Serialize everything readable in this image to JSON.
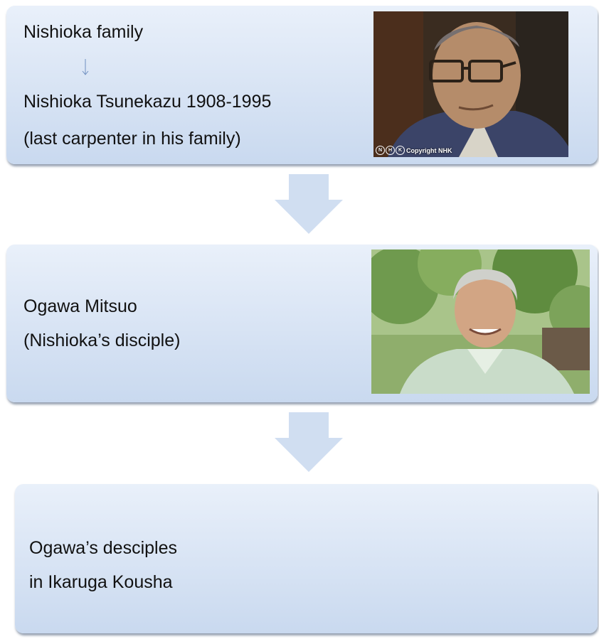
{
  "box1": {
    "line1": "Nishioka family",
    "line2": "Nishioka Tsunekazu  1908-1995",
    "line3": "(last carpenter in his family)",
    "photo_watermark_logo": "NHK",
    "photo_watermark_text": "Copyright NHK"
  },
  "box2": {
    "line1": "Ogawa Mitsuo",
    "line2": "(Nishioka’s disciple)"
  },
  "box3": {
    "line1": "Ogawa’s desciples",
    "line2": "in Ikaruga Kousha"
  },
  "colors": {
    "box_top": "#e9f0fa",
    "box_bottom": "#c9d9ef",
    "arrow": "#d0def1",
    "small_arrow": "#6f8fc0"
  }
}
